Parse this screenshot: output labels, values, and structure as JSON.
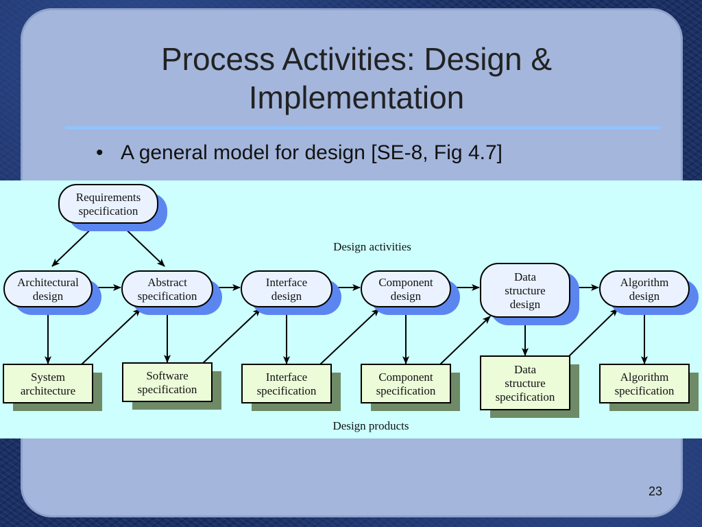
{
  "slide": {
    "title_line1": "Process Activities: Design &",
    "title_line2": "Implementation",
    "bullet_marker": "•",
    "bullet": "A general model for design [SE-8, Fig 4.7]",
    "page_number": "23"
  },
  "diagram": {
    "activities_label": "Design activities",
    "products_label": "Design products",
    "input": [
      "Requirements",
      "specification"
    ],
    "activities": [
      [
        "Architectural",
        "design"
      ],
      [
        "Abstract",
        "specification"
      ],
      [
        "Interface",
        "design"
      ],
      [
        "Component",
        "design"
      ],
      [
        "Data",
        "structure",
        "design"
      ],
      [
        "Algorithm",
        "design"
      ]
    ],
    "products": [
      [
        "System",
        "architecture"
      ],
      [
        "Software",
        "specification"
      ],
      [
        "Interface",
        "specification"
      ],
      [
        "Component",
        "specification"
      ],
      [
        "Data",
        "structure",
        "specification"
      ],
      [
        "Algorithm",
        "specification"
      ]
    ],
    "colors": {
      "panel": "#ccfffe",
      "activity_fill": "#eaf2ff",
      "activity_shadow": "#5b86f0",
      "product_fill": "#ecfbd8",
      "product_shadow": "#6f8a66",
      "stroke": "#000000"
    }
  }
}
